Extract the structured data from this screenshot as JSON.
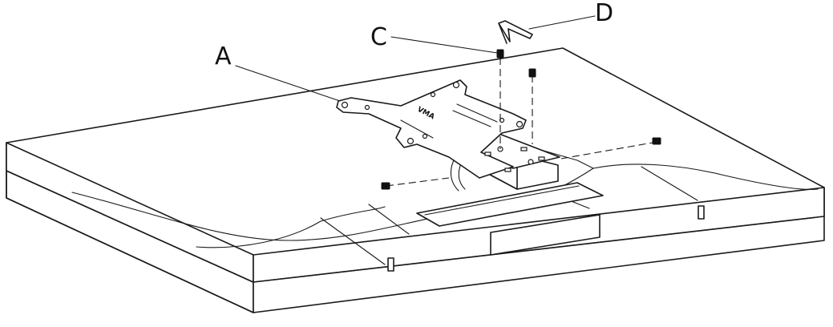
{
  "labels": {
    "a": "A",
    "c": "C",
    "d": "D"
  },
  "plate_mark": "VMA",
  "colors": {
    "line": "#1a1a1a",
    "background": "#ffffff"
  }
}
